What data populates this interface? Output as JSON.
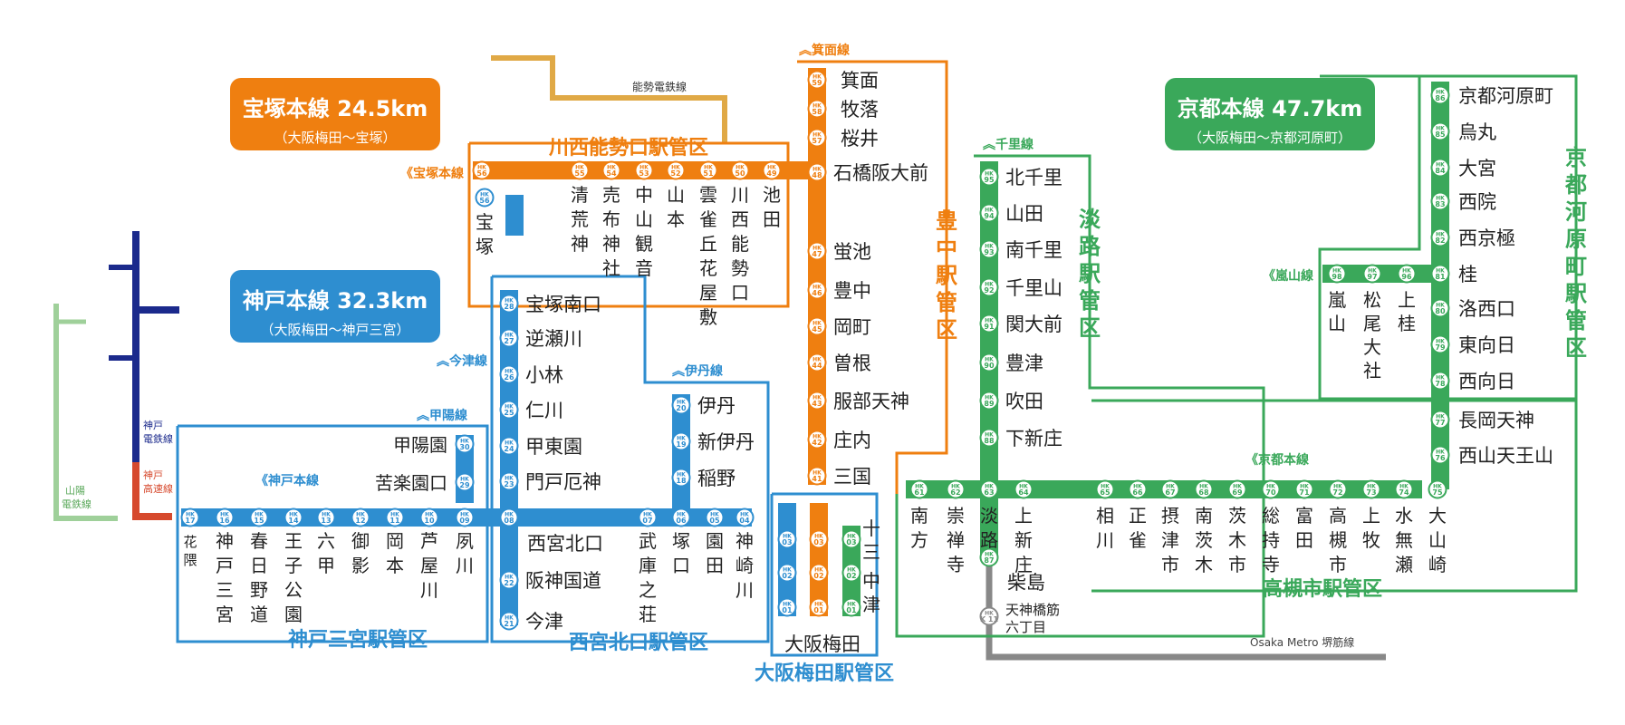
{
  "colors": {
    "orange": "#ef7f10",
    "blue": "#2e8ed0",
    "green": "#3aa85a",
    "navy": "#1b2a8c",
    "red": "#d6492d",
    "lightgreen": "#9fd09a",
    "gold": "#e0a946",
    "gray": "#888888"
  },
  "line_panels": {
    "takarazuka": {
      "title": "宝塚本線 24.5km",
      "sub": "（大阪梅田〜宝塚）"
    },
    "kobe": {
      "title": "神戸本線 32.3km",
      "sub": "（大阪梅田〜神戸三宮）"
    },
    "kyoto": {
      "title": "京都本線 47.7km",
      "sub": "（大阪梅田〜京都河原町）"
    }
  },
  "districts": {
    "kawanishi": "川西能勢口駅管区",
    "toyonaka": "豊中駅管区",
    "awaji": "淡路駅管区",
    "kawaramachi": "京都河原町駅管区",
    "kobesannomiya": "神戸三宮駅管区",
    "nishinomiya": "西宮北口駅管区",
    "umeda": "大阪梅田駅管区",
    "takatsuki": "高槻市駅管区"
  },
  "connection_labels": {
    "nose": "能勢電鉄線",
    "mino": "︽箕面線",
    "senri": "︽千里線",
    "takarazuka_line": "《宝塚本線",
    "arashiyama": "《嵐山線",
    "imazu": "︽今津線",
    "itami": "︽伊丹線",
    "koyo": "︽甲陽線",
    "kobe_line": "《神戸本線",
    "kyoto_line": "《京都本線",
    "kobe_dentetsu": "神戸 電鉄線",
    "kobe_kosoku": "神戸 高速線",
    "sanyo": "山陽 電鉄線",
    "metro": "Osaka Metro 堺筋線"
  },
  "stations": {
    "takarazuka_main": [
      {
        "code": "56",
        "name": "宝塚"
      },
      {
        "code": "55",
        "name": "清荒神"
      },
      {
        "code": "54",
        "name": "売布神社"
      },
      {
        "code": "53",
        "name": "中山観音"
      },
      {
        "code": "52",
        "name": "山本"
      },
      {
        "code": "51",
        "name": "雲雀丘花屋敷"
      },
      {
        "code": "50",
        "name": "川西能勢口"
      },
      {
        "code": "49",
        "name": "池田"
      },
      {
        "code": "48",
        "name": "石橋阪大前"
      },
      {
        "code": "47",
        "name": "蛍池"
      },
      {
        "code": "46",
        "name": "豊中"
      },
      {
        "code": "45",
        "name": "岡町"
      },
      {
        "code": "44",
        "name": "曽根"
      },
      {
        "code": "43",
        "name": "服部天神"
      },
      {
        "code": "42",
        "name": "庄内"
      },
      {
        "code": "41",
        "name": "三国"
      }
    ],
    "mino": [
      {
        "code": "59",
        "name": "箕面"
      },
      {
        "code": "58",
        "name": "牧落"
      },
      {
        "code": "57",
        "name": "桜井"
      }
    ],
    "imazu": [
      {
        "code": "28",
        "name": "宝塚南口"
      },
      {
        "code": "27",
        "name": "逆瀬川"
      },
      {
        "code": "26",
        "name": "小林"
      },
      {
        "code": "25",
        "name": "仁川"
      },
      {
        "code": "24",
        "name": "甲東園"
      },
      {
        "code": "23",
        "name": "門戸厄神"
      },
      {
        "code": "22",
        "name": "阪神国道"
      },
      {
        "code": "21",
        "name": "今津"
      }
    ],
    "itami": [
      {
        "code": "20",
        "name": "伊丹"
      },
      {
        "code": "19",
        "name": "新伊丹"
      },
      {
        "code": "18",
        "name": "稲野"
      }
    ],
    "koyo": [
      {
        "code": "30",
        "name": "甲陽園"
      },
      {
        "code": "29",
        "name": "苦楽園口"
      }
    ],
    "kobe_main": [
      {
        "code": "17",
        "name": "花隈"
      },
      {
        "code": "16",
        "name": "神戸三宮"
      },
      {
        "code": "15",
        "name": "春日野道"
      },
      {
        "code": "14",
        "name": "王子公園"
      },
      {
        "code": "13",
        "name": "六甲"
      },
      {
        "code": "12",
        "name": "御影"
      },
      {
        "code": "11",
        "name": "岡本"
      },
      {
        "code": "10",
        "name": "芦屋川"
      },
      {
        "code": "09",
        "name": "夙川"
      },
      {
        "code": "08",
        "name": "西宮北口"
      },
      {
        "code": "07",
        "name": "武庫之荘"
      },
      {
        "code": "06",
        "name": "塚口"
      },
      {
        "code": "05",
        "name": "園田"
      },
      {
        "code": "04",
        "name": "神崎川"
      }
    ],
    "umeda": [
      {
        "code": "03",
        "name": "十三"
      },
      {
        "code": "02",
        "name": "中津"
      },
      {
        "code": "01",
        "name": "大阪梅田"
      }
    ],
    "senri": [
      {
        "code": "95",
        "name": "北千里"
      },
      {
        "code": "94",
        "name": "山田"
      },
      {
        "code": "93",
        "name": "南千里"
      },
      {
        "code": "92",
        "name": "千里山"
      },
      {
        "code": "91",
        "name": "関大前"
      },
      {
        "code": "90",
        "name": "豊津"
      },
      {
        "code": "89",
        "name": "吹田"
      },
      {
        "code": "88",
        "name": "下新庄"
      },
      {
        "code": "87",
        "name": "柴島"
      }
    ],
    "kyoto_main": [
      {
        "code": "61",
        "name": "南方"
      },
      {
        "code": "62",
        "name": "崇禅寺"
      },
      {
        "code": "63",
        "name": "淡路"
      },
      {
        "code": "64",
        "name": "上新庄"
      },
      {
        "code": "65",
        "name": "相川"
      },
      {
        "code": "66",
        "name": "正雀"
      },
      {
        "code": "67",
        "name": "摂津市"
      },
      {
        "code": "68",
        "name": "南茨木"
      },
      {
        "code": "69",
        "name": "茨木市"
      },
      {
        "code": "70",
        "name": "総持寺"
      },
      {
        "code": "71",
        "name": "富田"
      },
      {
        "code": "72",
        "name": "高槻市"
      },
      {
        "code": "73",
        "name": "上牧"
      },
      {
        "code": "74",
        "name": "水無瀬"
      },
      {
        "code": "75",
        "name": "大山崎"
      },
      {
        "code": "76",
        "name": "西山天王山"
      },
      {
        "code": "77",
        "name": "長岡天神"
      },
      {
        "code": "78",
        "name": "西向日"
      },
      {
        "code": "79",
        "name": "東向日"
      },
      {
        "code": "80",
        "name": "洛西口"
      },
      {
        "code": "81",
        "name": "桂"
      },
      {
        "code": "82",
        "name": "西京極"
      },
      {
        "code": "83",
        "name": "西院"
      },
      {
        "code": "84",
        "name": "大宮"
      },
      {
        "code": "85",
        "name": "烏丸"
      },
      {
        "code": "86",
        "name": "京都河原町"
      }
    ],
    "arashiyama": [
      {
        "code": "98",
        "name": "嵐山"
      },
      {
        "code": "97",
        "name": "松尾大社"
      },
      {
        "code": "96",
        "name": "上桂"
      }
    ],
    "metro": [
      {
        "code": "K 11",
        "name": "天神橋筋六丁目"
      }
    ]
  }
}
